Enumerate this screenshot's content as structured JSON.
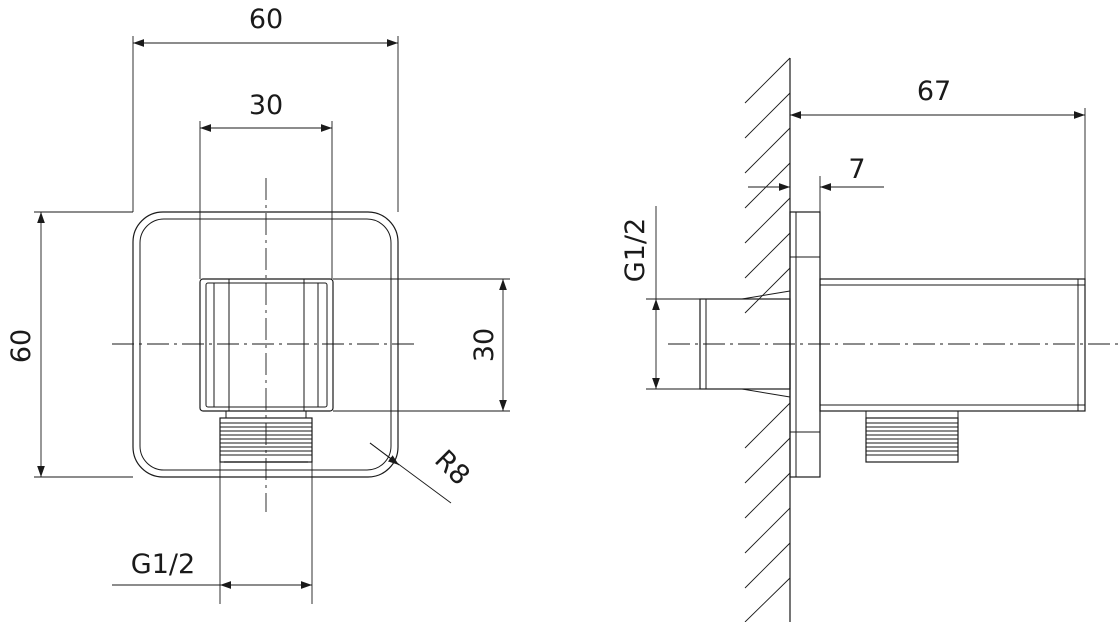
{
  "colors": {
    "line": "#1a1a1a",
    "background": "#ffffff"
  },
  "front_view": {
    "width_label": "60",
    "inner_width_label": "30",
    "height_label": "60",
    "inner_height_label": "30",
    "radius_label": "R8",
    "thread_label": "G1/2"
  },
  "side_view": {
    "depth_label": "67",
    "flange_label": "7",
    "thread_label": "G1/2"
  }
}
